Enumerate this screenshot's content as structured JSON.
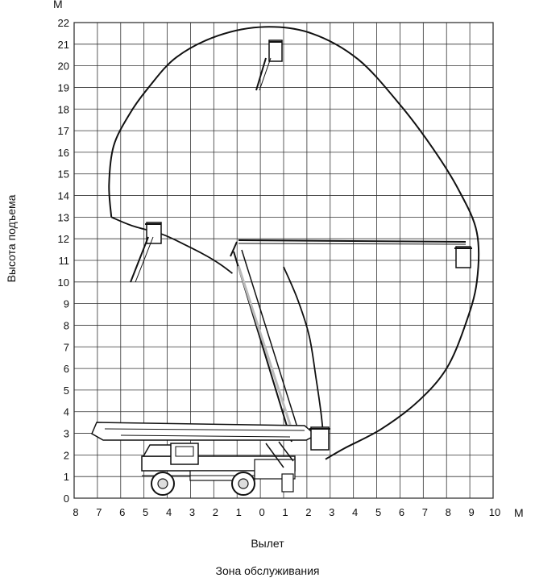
{
  "chart_data": {
    "type": "diagram",
    "title": "",
    "xlabel": "Вылет",
    "ylabel": "Высота подъема",
    "x_unit": "М",
    "y_unit": "М",
    "caption": "Зона обслуживания",
    "x_ticks": [
      "8",
      "7",
      "6",
      "5",
      "4",
      "3",
      "2",
      "1",
      "0",
      "1",
      "2",
      "3",
      "4",
      "5",
      "6",
      "7",
      "8",
      "9",
      "10"
    ],
    "y_ticks": [
      "0",
      "1",
      "2",
      "3",
      "4",
      "5",
      "6",
      "7",
      "8",
      "9",
      "10",
      "11",
      "12",
      "13",
      "14",
      "15",
      "16",
      "17",
      "18",
      "19",
      "20",
      "21",
      "22"
    ],
    "x_range": [
      -8,
      10
    ],
    "y_range": [
      0,
      22
    ],
    "grid": true,
    "work_zone_envelope": [
      [
        -6.4,
        13.0
      ],
      [
        -6.5,
        14.5
      ],
      [
        -6.3,
        16.3
      ],
      [
        -5.6,
        17.8
      ],
      [
        -4.8,
        19.0
      ],
      [
        -3.6,
        20.4
      ],
      [
        -1.8,
        21.4
      ],
      [
        0.2,
        21.8
      ],
      [
        2.2,
        21.5
      ],
      [
        4.2,
        20.3
      ],
      [
        6.0,
        18.2
      ],
      [
        7.4,
        16.2
      ],
      [
        8.5,
        14.3
      ],
      [
        9.3,
        12.3
      ],
      [
        9.3,
        10.0
      ],
      [
        8.8,
        8.0
      ],
      [
        8.0,
        6.0
      ],
      [
        6.8,
        4.5
      ],
      [
        5.2,
        3.2
      ],
      [
        3.6,
        2.3
      ],
      [
        2.8,
        1.8
      ]
    ],
    "inner_envelope": [
      [
        -6.4,
        13.0
      ],
      [
        -5.5,
        12.6
      ],
      [
        -4.2,
        12.2
      ],
      [
        -3.2,
        11.7
      ],
      [
        -2.3,
        11.2
      ],
      [
        -1.7,
        10.8
      ],
      [
        -1.2,
        10.4
      ]
    ],
    "inner_envelope_2": [
      [
        1.0,
        10.7
      ],
      [
        1.6,
        9.2
      ],
      [
        2.1,
        7.5
      ],
      [
        2.4,
        5.5
      ],
      [
        2.6,
        4.0
      ],
      [
        2.7,
        3.0
      ]
    ]
  }
}
